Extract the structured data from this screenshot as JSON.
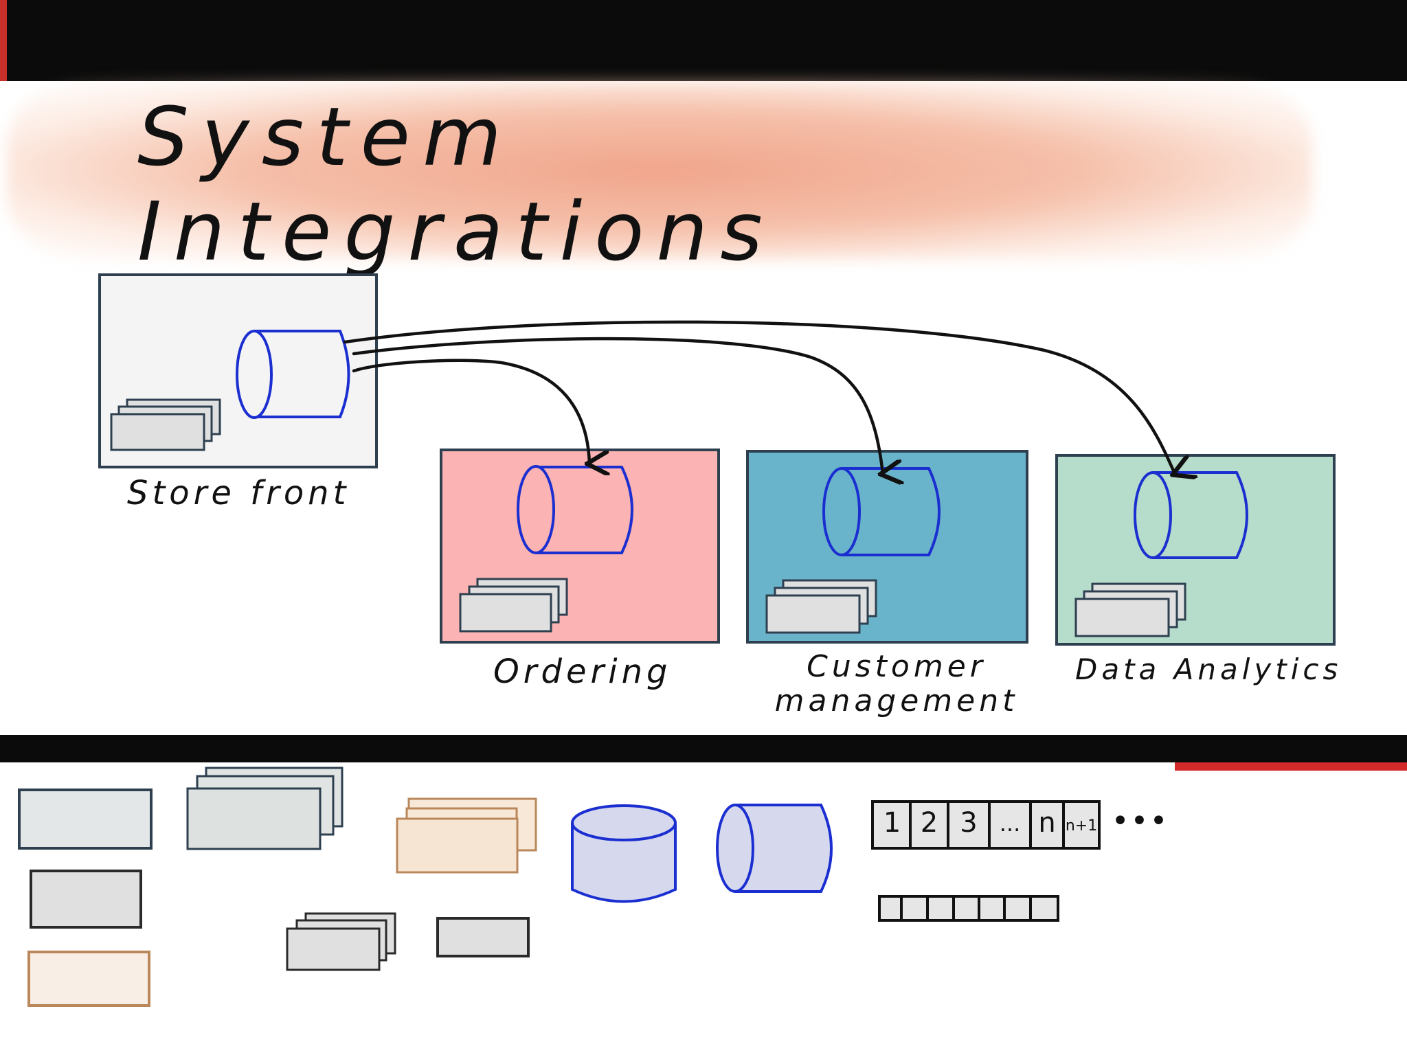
{
  "title": "System Integrations",
  "systems": {
    "storefront": {
      "label": "Store front",
      "fill": "#f4f4f4"
    },
    "ordering": {
      "label": "Ordering",
      "fill": "#fbb3b3"
    },
    "customer": {
      "label_line1": "Customer",
      "label_line2": "management",
      "fill": "#6ab4cb"
    },
    "analytics": {
      "label": "Data Analytics",
      "fill": "#b6dccb"
    }
  },
  "colors": {
    "outline": "#2e4050",
    "cylinder": "#1b2fd1",
    "banner": "#ee9a80",
    "bar": "#0b0b0b",
    "accent": "#d42a2a"
  },
  "queue": {
    "cells": [
      "1",
      "2",
      "3",
      "...",
      "n",
      "n+1"
    ],
    "more": "•••"
  },
  "edges": [
    {
      "from": "storefront",
      "to": "ordering"
    },
    {
      "from": "storefront",
      "to": "customer"
    },
    {
      "from": "storefront",
      "to": "analytics"
    }
  ]
}
